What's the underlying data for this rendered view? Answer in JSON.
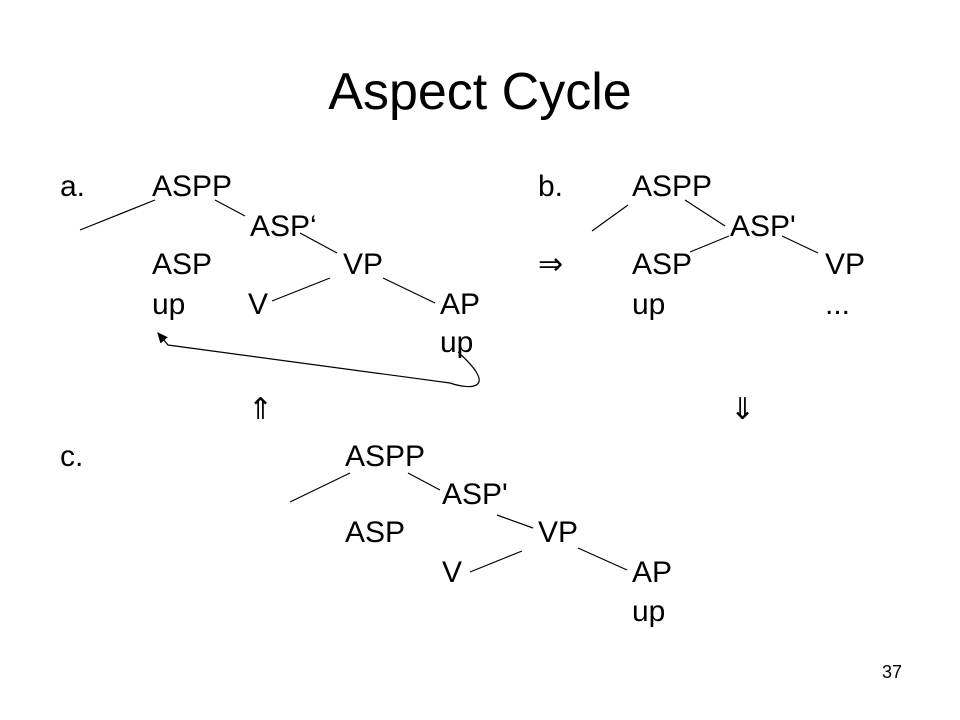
{
  "title": "Aspect Cycle",
  "page_number": "37",
  "tree_a": {
    "label": "a.",
    "aspp": "ASPP",
    "aspbar": "ASP‘",
    "asp": "ASP",
    "vp": "VP",
    "up": "up",
    "v": "V",
    "ap": "AP",
    "ap_up": "up"
  },
  "tree_b": {
    "label": "b.",
    "aspp": "ASPP",
    "aspbar": "ASP'",
    "asp": "ASP",
    "vp": "VP",
    "up": "up",
    "dots": "...",
    "arrow": "⇒"
  },
  "tree_c": {
    "label": "c.",
    "aspp": "ASPP",
    "aspbar": "ASP'",
    "asp": "ASP",
    "vp": "VP",
    "v": "V",
    "ap": "AP",
    "ap_up": "up"
  },
  "arrows": {
    "up": "⇑",
    "down": "⇓"
  }
}
